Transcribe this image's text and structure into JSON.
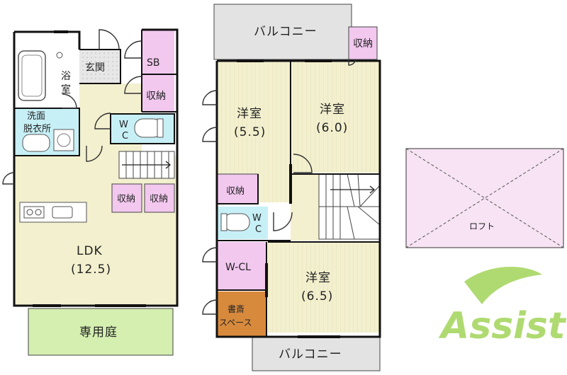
{
  "floor1": {
    "bath": [
      "浴",
      "室"
    ],
    "entrance": "玄関",
    "sb": "SB",
    "closet_top": "収納",
    "washroom": [
      "洗面",
      "脱衣所"
    ],
    "wc": [
      "W",
      "C"
    ],
    "closet_a": "収納",
    "closet_b": "収納",
    "ldk": "LDK",
    "ldk_size": "(12.5)",
    "garden": "専用庭"
  },
  "floor2": {
    "balcony_top": "バルコニー",
    "closet_top": "収納",
    "room_left": "洋室",
    "room_left_size": "(5.5)",
    "room_right": "洋室",
    "room_right_size": "(6.0)",
    "closet_mid": "収納",
    "wc": [
      "W",
      "C"
    ],
    "wcl": "W-CL",
    "study": [
      "書斎",
      "スペース"
    ],
    "room_bottom": "洋室",
    "room_bottom_size": "(6.5)",
    "balcony_bottom": "バルコニー"
  },
  "loft": "ロフト",
  "logo": "Assist",
  "colors": {
    "wall": "#111111",
    "room_fill": "#f3f0cf",
    "storage_fill": "#f2c8ef",
    "balcony_fill": "#e3e3e3",
    "garden_fill": "#d4efb0",
    "wc_fill": "#c7f0f6",
    "study_fill": "#d88a3c",
    "loft_fill": "#f7e3f3",
    "logo_green": "#9cd24e"
  }
}
